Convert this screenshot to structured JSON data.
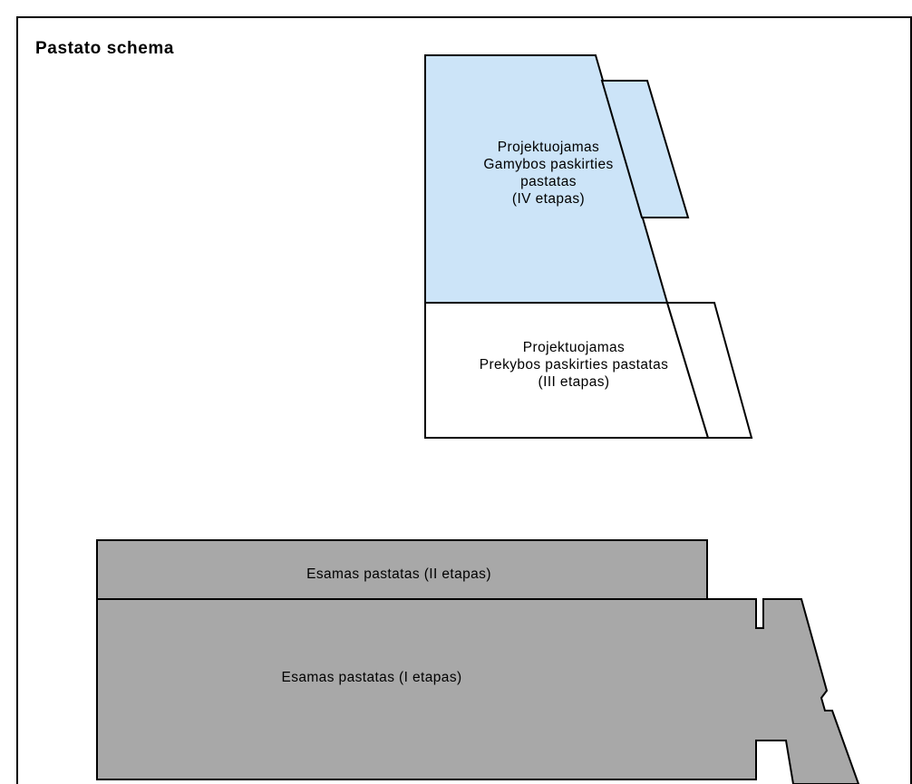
{
  "title": "Pastato schema",
  "colors": {
    "outline": "#000000",
    "projected_production_fill": "#cce4f8",
    "projected_retail_fill": "#ffffff",
    "existing_fill": "#a8a8a8"
  },
  "buildings": {
    "stage_iv": {
      "lines": [
        "Projektuojamas",
        "Gamybos paskirties",
        "pastatas",
        "(IV etapas)"
      ]
    },
    "stage_iii": {
      "lines": [
        "Projektuojamas",
        "Prekybos paskirties pastatas",
        "(III etapas)"
      ]
    },
    "stage_ii": {
      "label": "Esamas pastatas (II etapas)"
    },
    "stage_i": {
      "label": "Esamas pastatas (I etapas)"
    }
  }
}
